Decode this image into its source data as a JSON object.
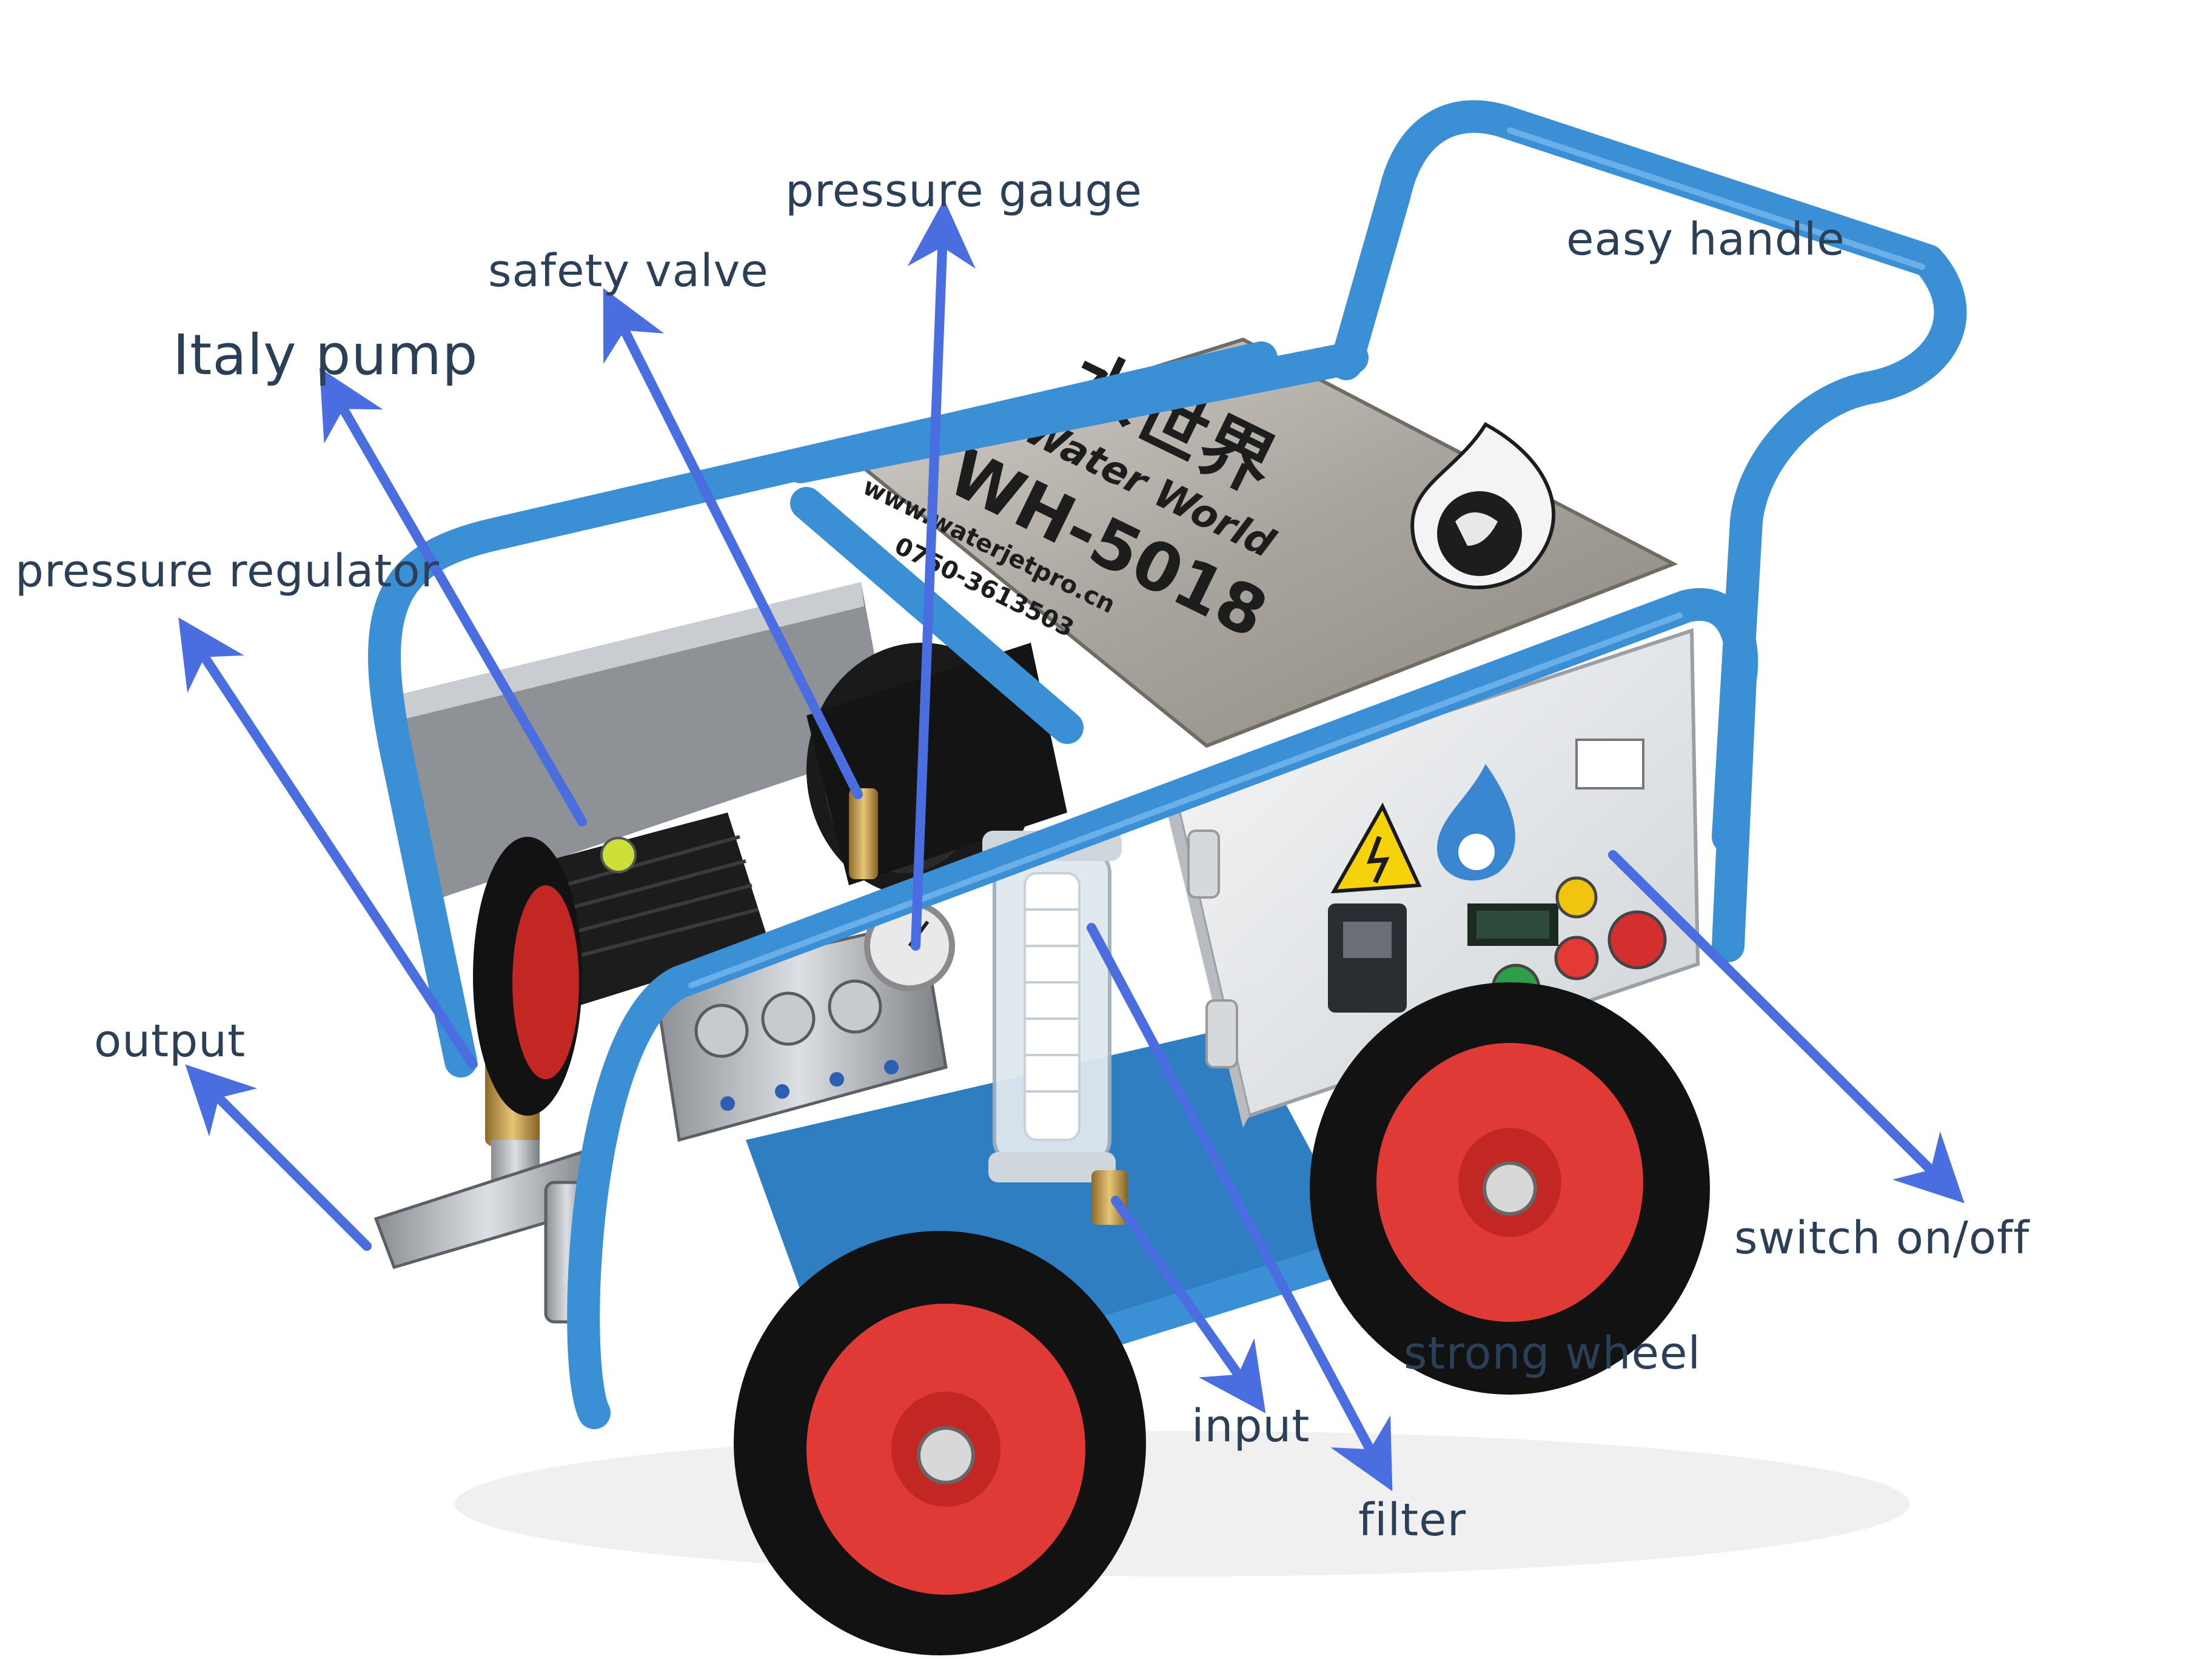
{
  "labels": {
    "pressure_gauge": "pressure gauge",
    "safety_valve": "safety valve",
    "easy_handle": "easy handle",
    "italy_pump": "Italy pump",
    "pressure_regulator": "pressure regulator",
    "output": "output",
    "switch_on_off": "switch on/off",
    "strong_wheel": "strong wheel",
    "input": "input",
    "filter": "filter"
  },
  "nameplate": {
    "chinese_name": "水世界",
    "brand": "Water World",
    "model": "WH-5018",
    "website": "www.waterjetpro.cn",
    "phone": "0750-3613503"
  },
  "colors": {
    "frame": "#3b8fd4",
    "arrow": "#4a6ee0",
    "label_text": "#2b3f57",
    "wheel_hub": "#e03a36",
    "tire": "#121212",
    "plate": "#b9b4ad",
    "control_box": "#e9ebee"
  },
  "icons": [
    "warning-icon",
    "water-world-logo",
    "start-button-icon",
    "stop-button-icon",
    "indicator-light-icon",
    "digital-display-icon",
    "breaker-switch-icon"
  ]
}
